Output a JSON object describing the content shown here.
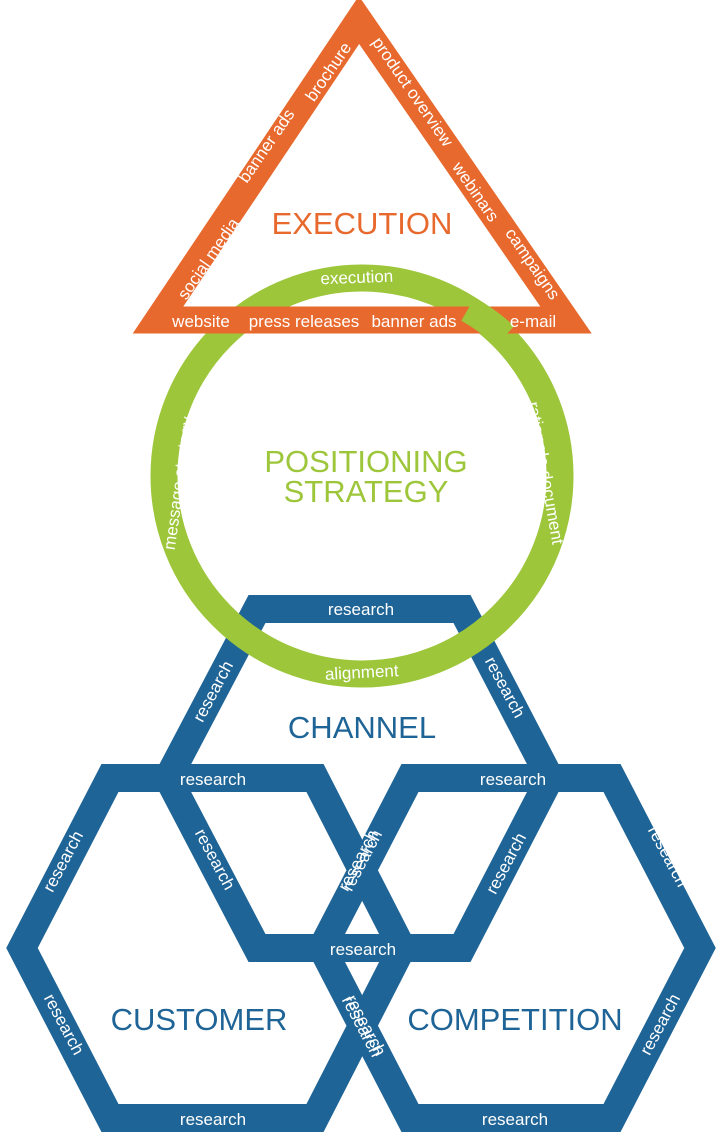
{
  "colors": {
    "execution": "#e8692d",
    "positioning": "#9dc63b",
    "research": "#1f6496",
    "label_text": "#ffffff"
  },
  "execution": {
    "title": "EXECUTION",
    "left_side": [
      "social media",
      "banner ads",
      "brochure"
    ],
    "right_side": [
      "product overview",
      "webinars",
      "campaigns"
    ],
    "base": [
      "website",
      "press releases",
      "banner ads",
      "e-mail"
    ]
  },
  "positioning": {
    "title_line1": "POSITIONING",
    "title_line2": "STRATEGY",
    "ring_top": "execution",
    "ring_left": "message strategy",
    "ring_right": "rationale document",
    "ring_bottom": "alignment"
  },
  "channel": {
    "title": "CHANNEL",
    "top": "research",
    "upper_left": "research",
    "upper_right": "research",
    "lower_left": "research",
    "lower_right": "research",
    "bottom": "research"
  },
  "customer": {
    "title": "CUSTOMER",
    "top": "research",
    "upper_left": "research",
    "upper_right": "research",
    "lower_left": "research",
    "lower_right": "research",
    "bottom": "research"
  },
  "competition": {
    "title": "COMPETITION",
    "top": "research",
    "upper_left": "research",
    "upper_right": "research",
    "lower_left": "research",
    "lower_right": "research",
    "bottom": "research"
  }
}
